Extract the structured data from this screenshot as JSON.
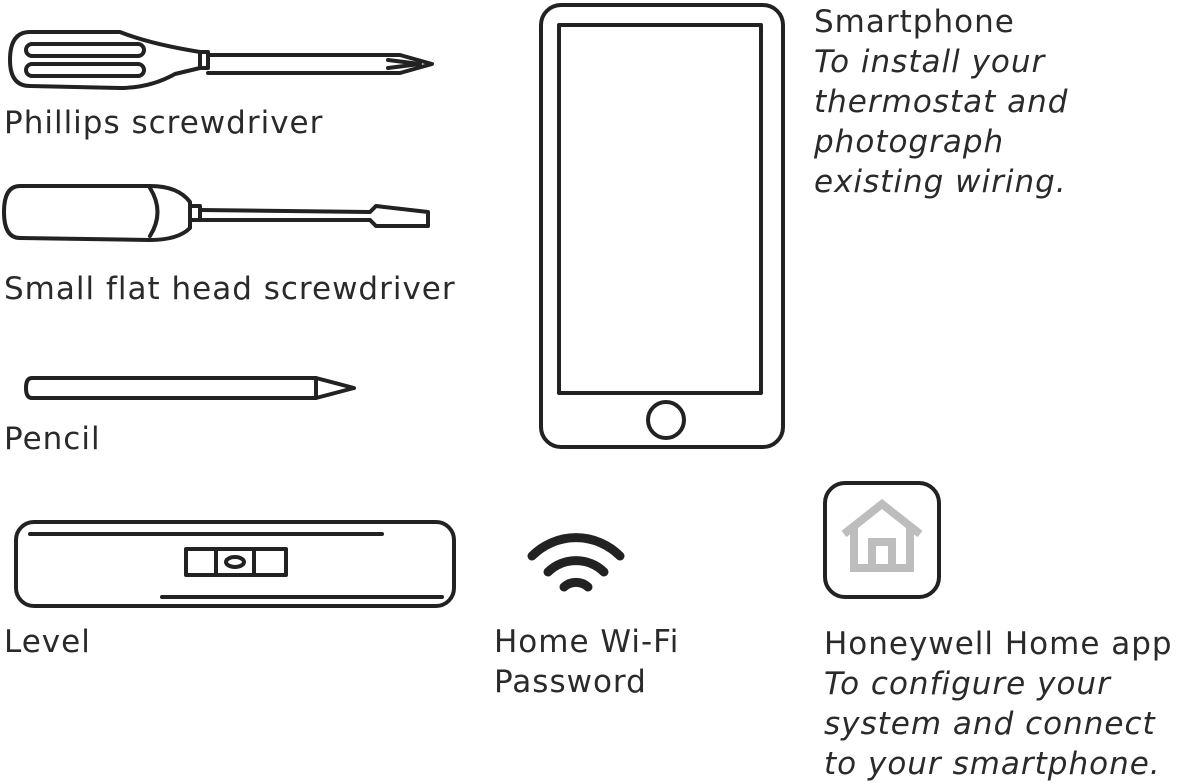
{
  "items": {
    "phillips": {
      "label": "Phillips screwdriver"
    },
    "flathead": {
      "label": "Small flat head screwdriver"
    },
    "pencil": {
      "label": "Pencil"
    },
    "level": {
      "label": "Level"
    },
    "smartphone": {
      "label": "Smartphone",
      "desc": [
        "To install your",
        "thermostat and",
        "photograph",
        "existing wiring."
      ]
    },
    "wifi": {
      "label": [
        "Home Wi-Fi",
        "Password"
      ]
    },
    "app": {
      "label": "Honeywell Home app",
      "desc": [
        "To configure your",
        "system and connect",
        "to your smartphone."
      ]
    }
  },
  "icons": {
    "phillips": "phillips-screwdriver-icon",
    "flathead": "flat-head-screwdriver-icon",
    "pencil": "pencil-icon",
    "level": "level-icon",
    "smartphone": "smartphone-icon",
    "wifi": "wifi-icon",
    "app": "house-app-icon"
  },
  "colors": {
    "ink": "#222222",
    "app_house": "#bdbdbd"
  }
}
